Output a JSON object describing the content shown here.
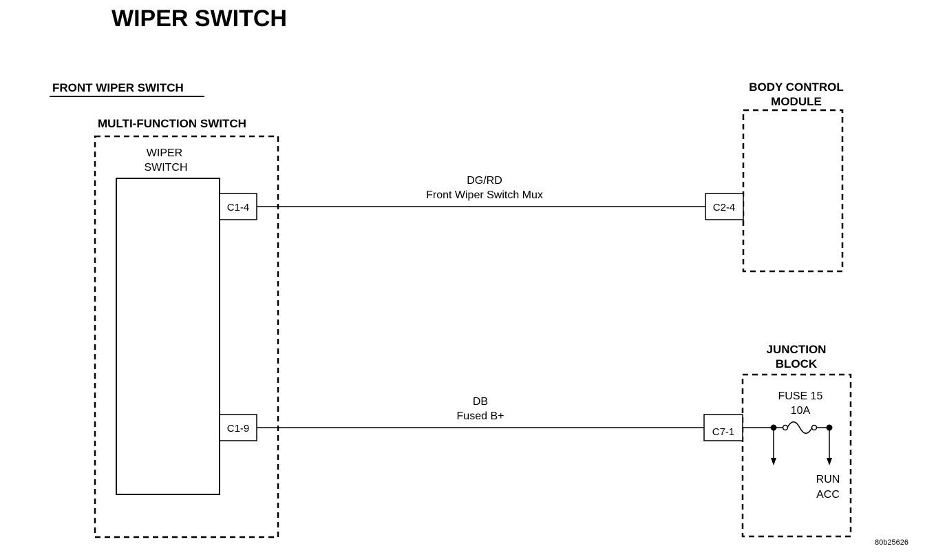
{
  "title": "WIPER SWITCH",
  "section_heading": "FRONT WIPER SWITCH",
  "components": {
    "multi_function_switch": {
      "name": "MULTI-FUNCTION SWITCH",
      "inner_line1": "WIPER",
      "inner_line2": "SWITCH"
    },
    "body_control_module": {
      "line1": "BODY CONTROL",
      "line2": "MODULE"
    },
    "junction_block": {
      "line1": "JUNCTION",
      "line2": "BLOCK",
      "fuse_name": "FUSE 15",
      "fuse_rating": "10A",
      "feed_line1": "RUN",
      "feed_line2": "ACC"
    }
  },
  "circuits": [
    {
      "wire_color": "DG/RD",
      "description": "Front Wiper Switch Mux",
      "from_pin": "C1-4",
      "to_pin": "C2-4"
    },
    {
      "wire_color": "DB",
      "description": "Fused B+",
      "from_pin": "C1-9",
      "to_pin": "C7-1"
    }
  ],
  "reference_code": "80b25626"
}
